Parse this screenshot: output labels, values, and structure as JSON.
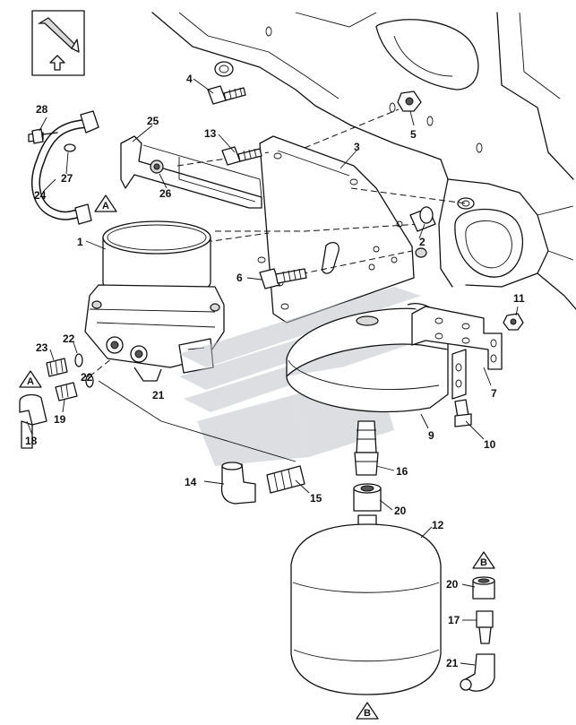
{
  "callouts": {
    "c1": "1",
    "c2": "2",
    "c3": "3",
    "c4": "4",
    "c5": "5",
    "c6": "6",
    "c7": "7",
    "c9": "9",
    "c10": "10",
    "c11": "11",
    "c12": "12",
    "c13": "13",
    "c14": "14",
    "c15": "15",
    "c16": "16",
    "c17": "17",
    "c18": "18",
    "c19": "19",
    "c20a": "20",
    "c20b": "20",
    "c21a": "21",
    "c21b": "21",
    "c22a": "22",
    "c22b": "22",
    "c23": "23",
    "c24": "24",
    "c25": "25",
    "c26": "26",
    "c27": "27",
    "c28": "28"
  },
  "refs": {
    "ref_a1": "A",
    "ref_a2": "A",
    "ref_b1": "B",
    "ref_b2": "B"
  }
}
